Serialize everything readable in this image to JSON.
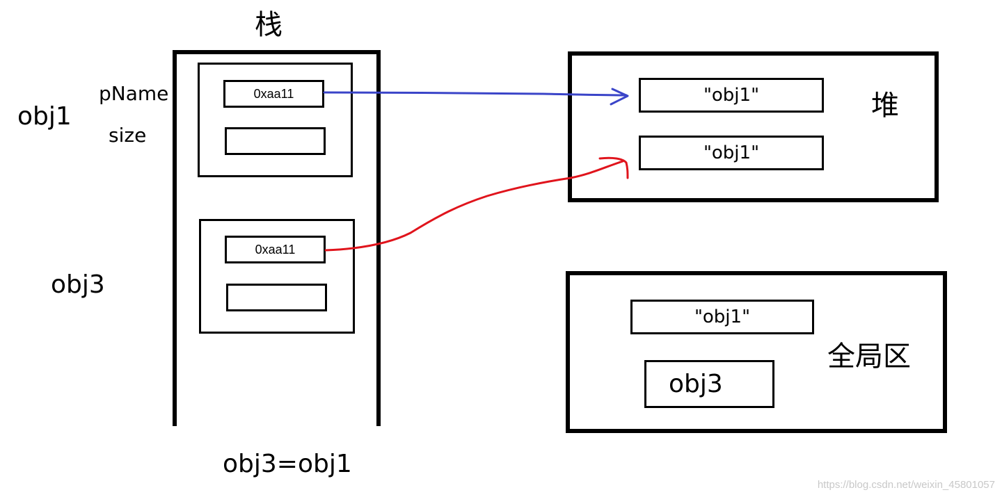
{
  "labels": {
    "stack_title": "栈",
    "heap_title": "堆",
    "global_title": "全局区",
    "obj1": "obj1",
    "obj3": "obj3",
    "pname": "pName",
    "size": "size",
    "assign": "obj3=obj1"
  },
  "stack": {
    "obj1_pname_value": "0xaa11",
    "obj3_pname_value": "0xaa11"
  },
  "heap": {
    "string_1": "\"obj1\"",
    "string_2": "\"obj1\""
  },
  "global": {
    "string": "\"obj1\"",
    "obj3": "obj3"
  },
  "colors": {
    "arrow_obj1": "#3a44c8",
    "arrow_obj3": "#e0141c"
  },
  "watermark": "https://blog.csdn.net/weixin_45801057"
}
